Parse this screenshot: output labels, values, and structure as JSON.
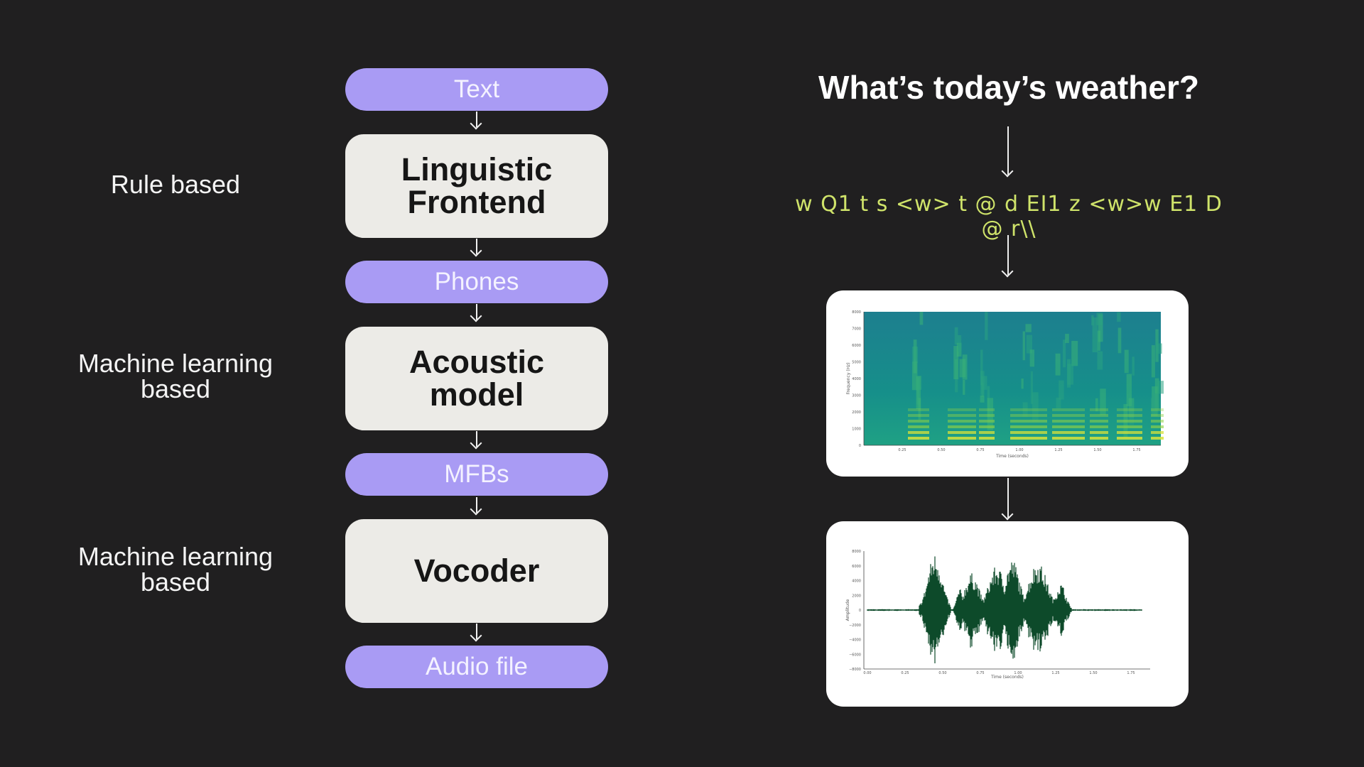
{
  "pipeline": {
    "labels": {
      "rule": "Rule based",
      "ml_1_line1": "Machine learning",
      "ml_1_line2": "based",
      "ml_2_line1": "Machine learning",
      "ml_2_line2": "based"
    },
    "pills": {
      "text": "Text",
      "phones": "Phones",
      "mfbs": "MFBs",
      "audio": "Audio file"
    },
    "boxes": {
      "linguistic_line1": "Linguistic",
      "linguistic_line2": "Frontend",
      "acoustic_line1": "Acoustic",
      "acoustic_line2": "model",
      "vocoder": "Vocoder"
    }
  },
  "example": {
    "question": "What’s today’s weather?",
    "phonemes": "w Q1 t s <w> t @ d EI1 z <w>w E1 D @ r\\\\",
    "spectrogram": {
      "ylabel": "Frequency (Hz)",
      "xlabel": "Time (seconds)",
      "yticks": [
        "0",
        "1000",
        "2000",
        "3000",
        "4000",
        "5000",
        "6000",
        "7000",
        "8000"
      ],
      "xticks": [
        "0.25",
        "0.50",
        "0.75",
        "1.00",
        "1.25",
        "1.50",
        "1.75"
      ]
    },
    "waveform": {
      "ylabel": "Amplitude",
      "xlabel": "Time (seconds)",
      "yticks": [
        "8000",
        "6000",
        "4000",
        "2000",
        "0",
        "−2000",
        "−4000",
        "−6000",
        "−8000"
      ],
      "xticks": [
        "0.00",
        "0.25",
        "0.50",
        "0.75",
        "1.00",
        "1.25",
        "1.50",
        "1.75"
      ]
    }
  }
}
